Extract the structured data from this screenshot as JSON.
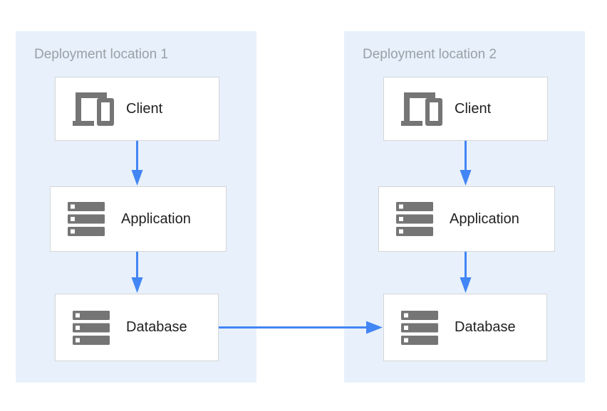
{
  "diagram": {
    "panels": [
      {
        "title": "Deployment location 1",
        "nodes": [
          {
            "id": "client",
            "label": "Client",
            "icon": "devices-icon"
          },
          {
            "id": "application",
            "label": "Application",
            "icon": "server-stack-icon"
          },
          {
            "id": "database",
            "label": "Database",
            "icon": "server-stack-icon"
          }
        ]
      },
      {
        "title": "Deployment location 2",
        "nodes": [
          {
            "id": "client",
            "label": "Client",
            "icon": "devices-icon"
          },
          {
            "id": "application",
            "label": "Application",
            "icon": "server-stack-icon"
          },
          {
            "id": "database",
            "label": "Database",
            "icon": "server-stack-icon"
          }
        ]
      }
    ],
    "connections": [
      {
        "from": "location-1-client",
        "to": "location-1-application",
        "direction": "down"
      },
      {
        "from": "location-1-application",
        "to": "location-1-database",
        "direction": "down"
      },
      {
        "from": "location-2-client",
        "to": "location-2-application",
        "direction": "down"
      },
      {
        "from": "location-2-application",
        "to": "location-2-database",
        "direction": "down"
      },
      {
        "from": "location-1-database",
        "to": "location-2-database",
        "direction": "right"
      }
    ],
    "colors": {
      "panel_background": "#e7f0fb",
      "node_background": "#ffffff",
      "node_border": "#d6d6d6",
      "icon": "#757575",
      "node_label": "#212121",
      "panel_title": "#9aa0a6",
      "arrow": "#4285f4"
    }
  }
}
